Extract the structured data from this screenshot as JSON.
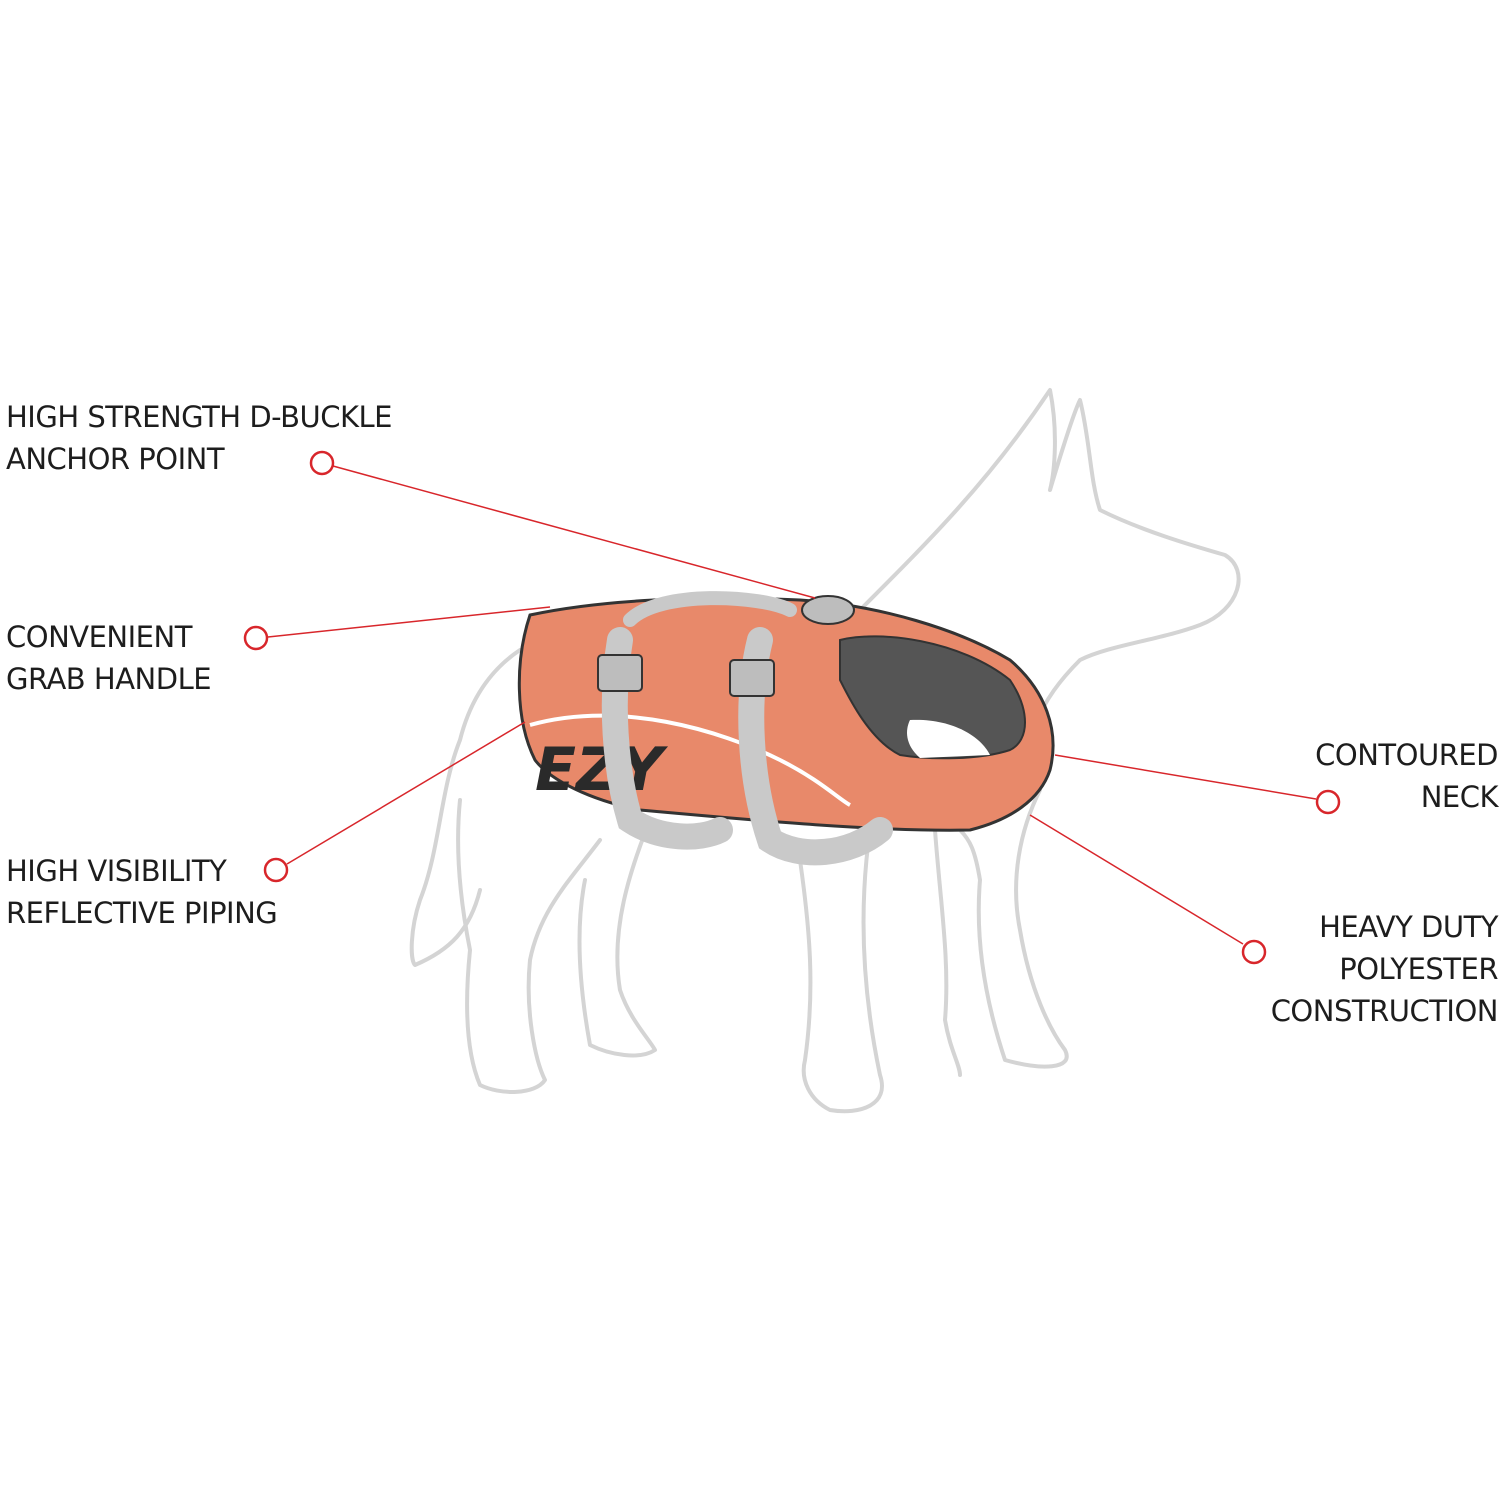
{
  "colors": {
    "callout": "#D8262B",
    "vest": "#E8896A",
    "strap": "#C9C9C9",
    "dog_outline": "#D4D4D4",
    "text": "#1D1D1D"
  },
  "vest_logo": "EZY",
  "callouts": [
    {
      "lines": [
        "HIGH STRENGTH D-BUCKLE",
        "ANCHOR POINT"
      ]
    },
    {
      "lines": [
        "CONVENIENT",
        "GRAB HANDLE"
      ]
    },
    {
      "lines": [
        "HIGH VISIBILITY",
        "REFLECTIVE PIPING"
      ]
    },
    {
      "lines": [
        "CONTOURED",
        "NECK"
      ]
    },
    {
      "lines": [
        "HEAVY DUTY",
        "POLYESTER",
        "CONSTRUCTION"
      ]
    }
  ]
}
